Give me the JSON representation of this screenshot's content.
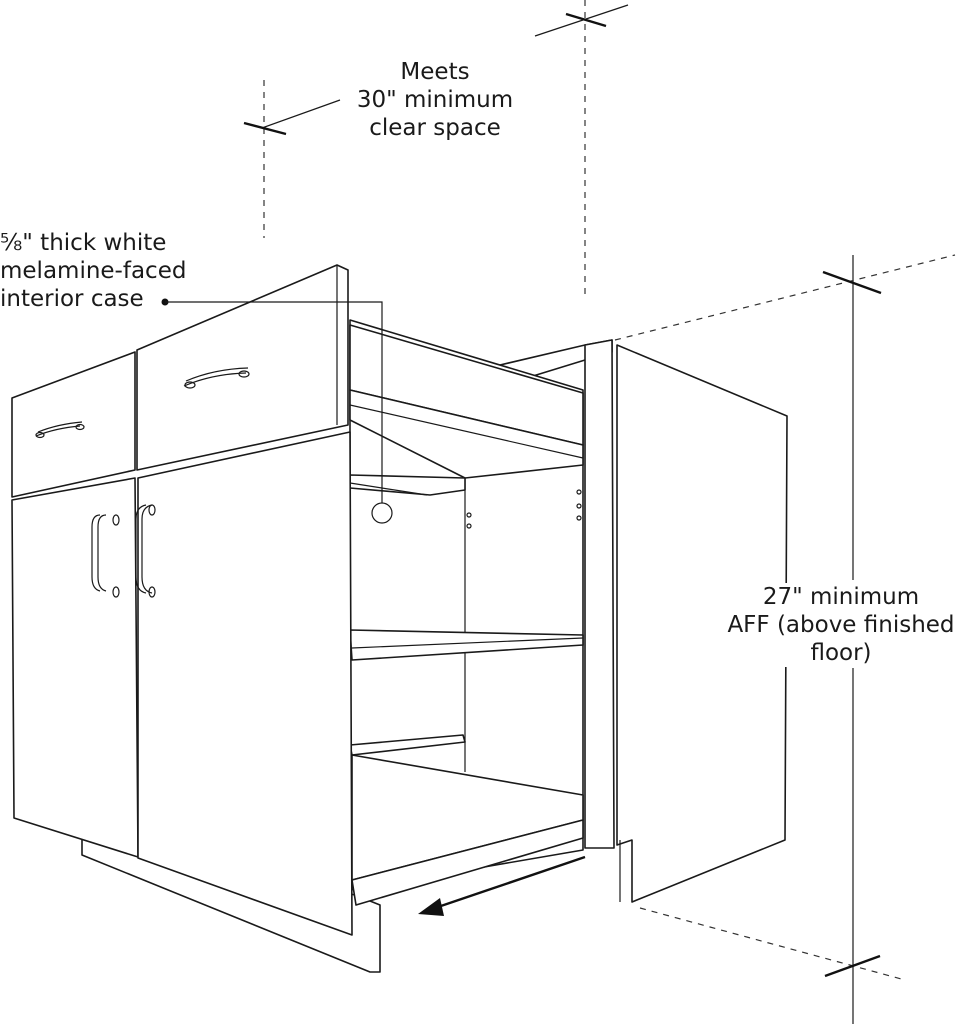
{
  "labels": {
    "clearance": [
      "Meets",
      "30\" minimum",
      "clear space"
    ],
    "material": [
      "⅝\" thick white",
      "melamine-faced",
      "interior case"
    ],
    "height": [
      "27\" minimum",
      "AFF (above finished",
      "floor)"
    ]
  },
  "colors": {
    "line": "#1a1a1a",
    "background": "#ffffff"
  }
}
